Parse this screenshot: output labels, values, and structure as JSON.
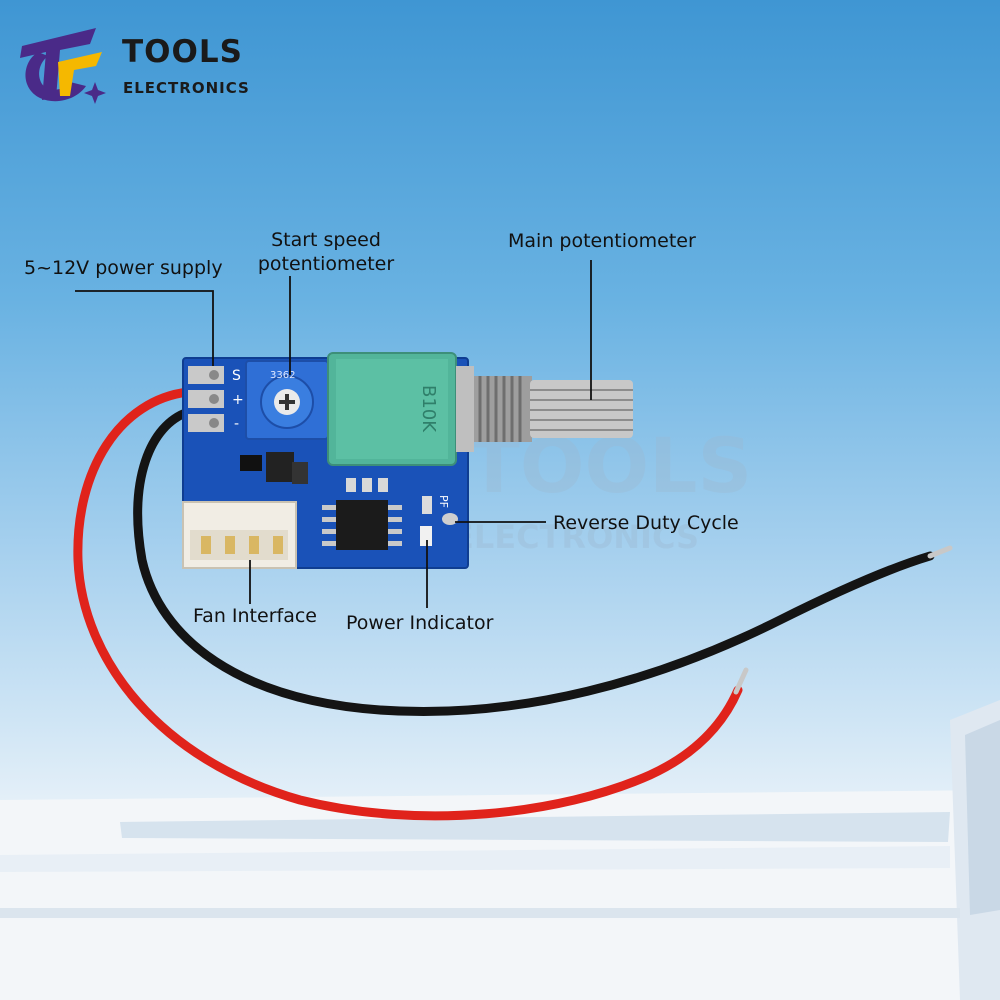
{
  "brand": {
    "name": "TOOLS",
    "sub": "ELECTRONICS"
  },
  "labels": {
    "power_supply": "5~12V power supply",
    "start_speed_line1": "Start speed",
    "start_speed_line2": "potentiometer",
    "main_pot": "Main potentiometer",
    "reverse_duty": "Reverse Duty Cycle",
    "fan_interface": "Fan Interface",
    "power_indicator": "Power Indicator"
  },
  "board": {
    "pin_s": "S",
    "pin_plus": "+",
    "pin_minus": "-",
    "trimmer_code": "3362",
    "pot_code": "B10K",
    "pf_mark": "PF"
  },
  "colors": {
    "pcb": "#1a52b8",
    "pot_body": "#52b59a",
    "wire_red": "#e0231b",
    "wire_black": "#141414",
    "logo_purple": "#4a2a88",
    "logo_yellow": "#f5b800"
  }
}
